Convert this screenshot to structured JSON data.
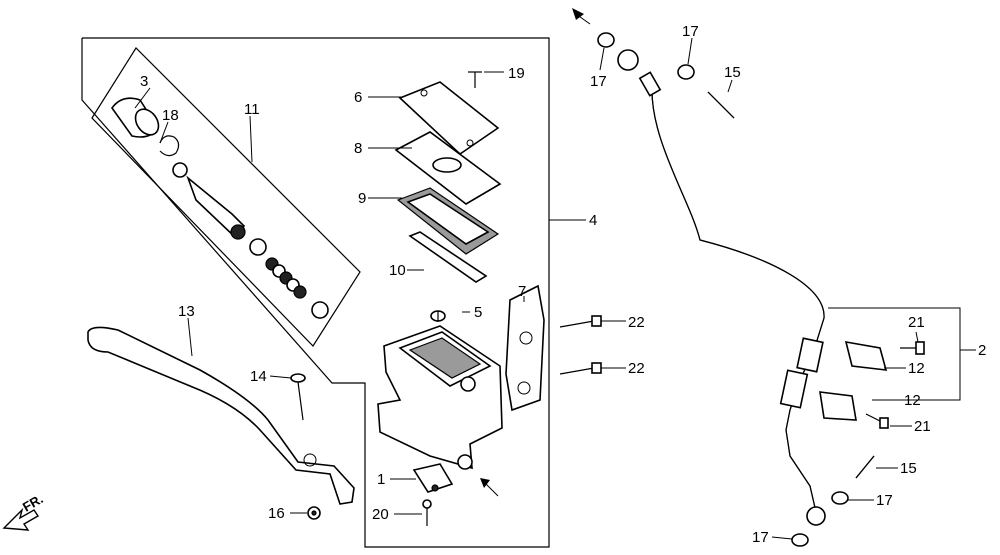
{
  "labels": {
    "p1": "1",
    "p2": "2",
    "p3": "3",
    "p4": "4",
    "p5": "5",
    "p6": "6",
    "p7": "7",
    "p8": "8",
    "p9": "9",
    "p10": "10",
    "p11": "11",
    "p12a": "12",
    "p12b": "12",
    "p13": "13",
    "p14": "14",
    "p15a": "15",
    "p15b": "15",
    "p16": "16",
    "p17a": "17",
    "p17b": "17",
    "p17c": "17",
    "p17d": "17",
    "p18": "18",
    "p19": "19",
    "p20": "20",
    "p21a": "21",
    "p21b": "21",
    "p22a": "22",
    "p22b": "22"
  },
  "direction_label": "FR."
}
